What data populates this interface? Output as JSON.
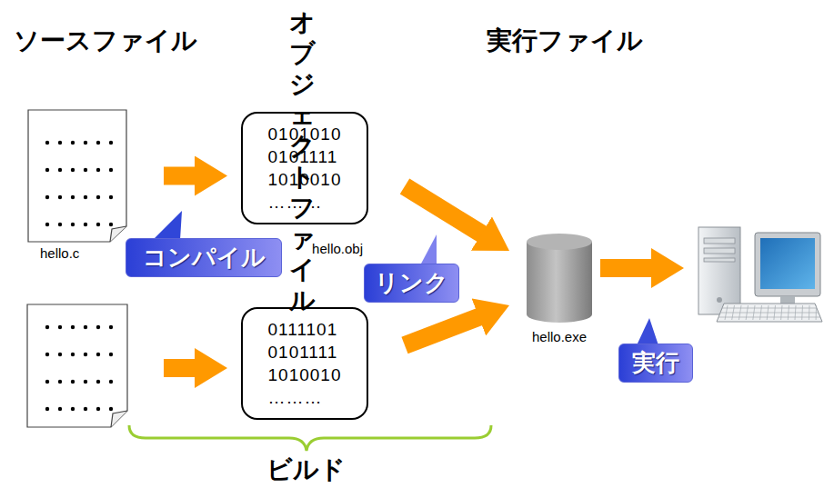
{
  "diagram": {
    "nodes": [
      {
        "text": [
          "hello.c"
        ]
      },
      {
        "text": [
          "0101010 0101111 1010010 ………",
          "hello.obj"
        ]
      },
      {
        "text": [
          "0111101 0101111 1010010 ………"
        ]
      },
      {
        "text": [
          "hello.exe"
        ]
      },
      {
        "text": [
          "コンパイル"
        ]
      },
      {
        "text": [
          "リンク"
        ]
      },
      {
        "text": [
          "実行"
        ]
      }
    ],
    "edges": [
      {
        "from": 0,
        "to": 1,
        "arrow": "to"
      },
      {
        "from": 1,
        "to": 3,
        "arrow": "to"
      },
      {
        "from": 2,
        "to": 3,
        "arrow": "to"
      }
    ],
    "labels": [
      "ソースファイル",
      "オブジェクト ファイル",
      "実行ファイル",
      "ビルド"
    ]
  }
}
